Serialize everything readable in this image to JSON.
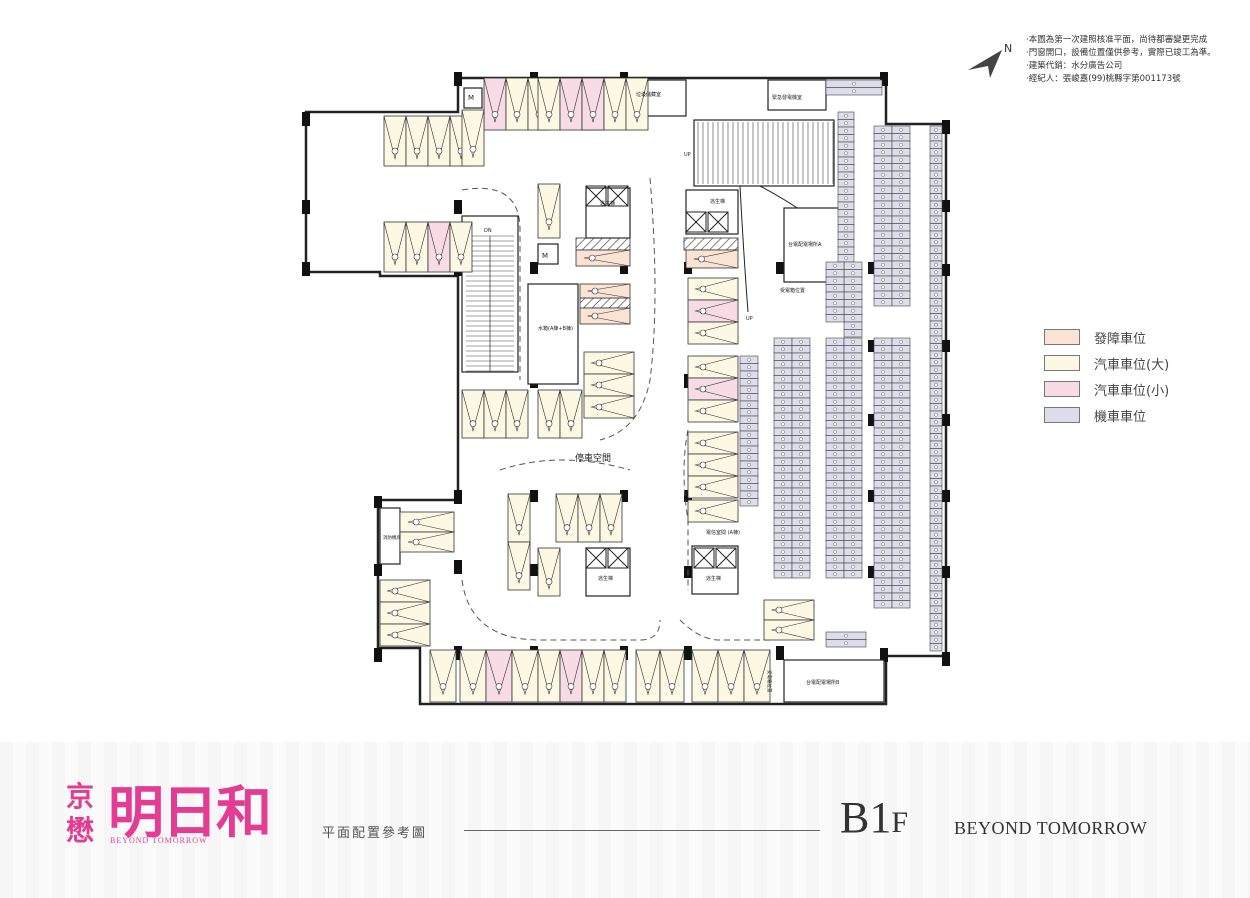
{
  "notes": [
    "‧本圖為第一次建照核准平面，尚待都審變更完成",
    "‧門窗開口，設備位置僅供參考，實際已竣工為準。",
    "‧建築代銷：水分廣告公司",
    "‧經紀人：張峻嘉(99)桃縣字第001173號"
  ],
  "north": "N",
  "legend": [
    {
      "label": "發障車位",
      "color": "#fbe3d3"
    },
    {
      "label": "汽車車位(大)",
      "color": "#fdf8e4"
    },
    {
      "label": "汽車車位(小)",
      "color": "#f7dce6"
    },
    {
      "label": "機車車位",
      "color": "#dcdcea"
    }
  ],
  "plan_labels": {
    "parking": "停車空間",
    "water_tank": "水箱(A棟+B棟)",
    "stairs1": "逃生梯",
    "stairs2": "逃生梯",
    "stairs3": "逃生梯",
    "stairs4": "逃生梯",
    "substation_a": "台電配電場所A",
    "substation_b": "台電配電場所B",
    "waste": "垃圾儲藏室",
    "generator": "緊急發電機室",
    "electric": "受電箱位置",
    "electric2": "受電箱位置",
    "fire": "消防機房",
    "elec_room": "電信室間\n(A棟)",
    "up": "UP",
    "up2": "UP",
    "dn": "DN",
    "m": "M"
  },
  "brand": {
    "chars_left": "京\n懋",
    "name": "明日和",
    "eng": "BEYOND TOMORROW"
  },
  "subtitle": "平面配置參考圖",
  "floor": {
    "main": "B1",
    "suffix": "F"
  },
  "tagline": "BEYOND TOMORROW"
}
